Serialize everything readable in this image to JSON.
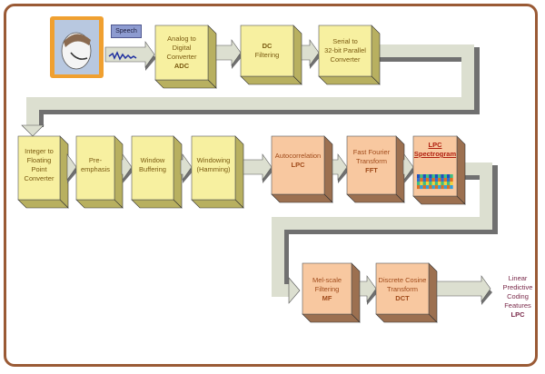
{
  "diagram": {
    "title": "Linear Predictive Coding Feature Extraction Pipeline",
    "input": {
      "icon": "person-headset-icon",
      "badge": "Speech",
      "signal_icon": "waveform-icon"
    },
    "rows": [
      {
        "blocks": [
          {
            "id": "adc",
            "line1": "Analog to",
            "line2": "Digital",
            "line3": "Converter",
            "bold": "ADC",
            "color": "#f7f0a0"
          },
          {
            "id": "dc",
            "line1": "",
            "line2": "",
            "line3": "Filtering",
            "bold": "DC",
            "color": "#f7f0a0"
          },
          {
            "id": "serial",
            "line1": "Serial to",
            "line2": "32-bit Parallel",
            "line3": "Converter",
            "bold": "",
            "color": "#f7f0a0"
          }
        ]
      },
      {
        "blocks": [
          {
            "id": "int2float",
            "line1": "Integer to",
            "line2": "Floating",
            "line3": "Point",
            "line4": "Converter",
            "color": "#f7f0a0"
          },
          {
            "id": "preemph",
            "line1": "Pre-",
            "line2": "emphasis",
            "color": "#f7f0a0"
          },
          {
            "id": "winbuf",
            "line1": "Window",
            "line2": "Buffering",
            "color": "#f7f0a0"
          },
          {
            "id": "winham",
            "line1": "Windowing",
            "line2": "(Hamming)",
            "color": "#f7f0a0"
          },
          {
            "id": "autocorr",
            "line1": "Autocorrelation",
            "bold": "LPC",
            "color": "#f8c8a0"
          },
          {
            "id": "fft",
            "line1": "Fast Fourier",
            "line2": "Transform",
            "bold": "FFT",
            "color": "#f8c8a0"
          },
          {
            "id": "spectro",
            "line1": "LPC",
            "line2": "Spectrogram",
            "color": "#f8c8a0"
          }
        ]
      },
      {
        "blocks": [
          {
            "id": "mel",
            "line1": "Mel-scale",
            "line2": "Filtering",
            "bold": "MF",
            "color": "#f8c8a0"
          },
          {
            "id": "dct",
            "line1": "Discrete Cosine",
            "line2": "Transform",
            "bold": "DCT",
            "color": "#f8c8a0"
          }
        ]
      }
    ],
    "output": {
      "line1": "Linear",
      "line2": "Predictive",
      "line3": "Coding",
      "line4": "Features",
      "bold": "LPC"
    }
  }
}
